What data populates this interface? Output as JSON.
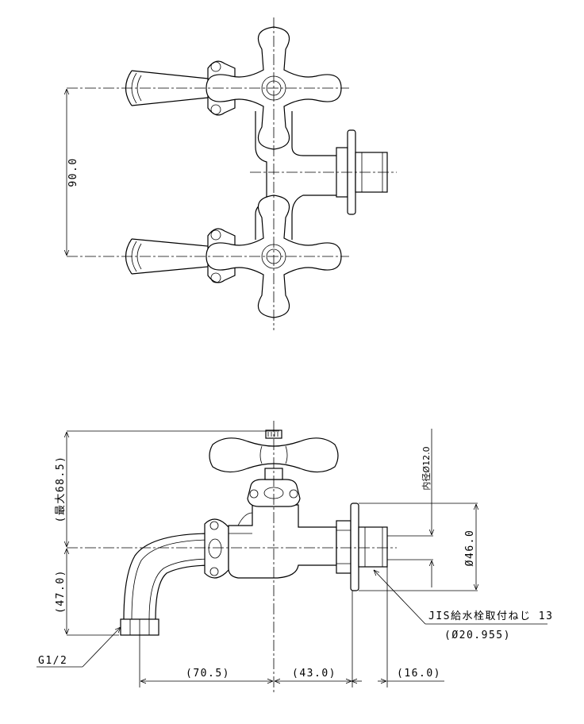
{
  "top_view": {
    "dim_spacing": "90.0"
  },
  "side_view": {
    "dim_height_max": "(最大68.5)",
    "dim_height": "(47.0)",
    "dim_horizontal_1": "(70.5)",
    "dim_horizontal_2": "(43.0)",
    "dim_horizontal_3": "(16.0)",
    "dim_inner_diameter": "内径Ø12.0",
    "dim_flange_diameter": "Ø46.0",
    "thread_note": "JIS給水栓取付ねじ 13",
    "thread_note_sub": "(Ø20.955)",
    "outlet_thread": "G1/2"
  }
}
